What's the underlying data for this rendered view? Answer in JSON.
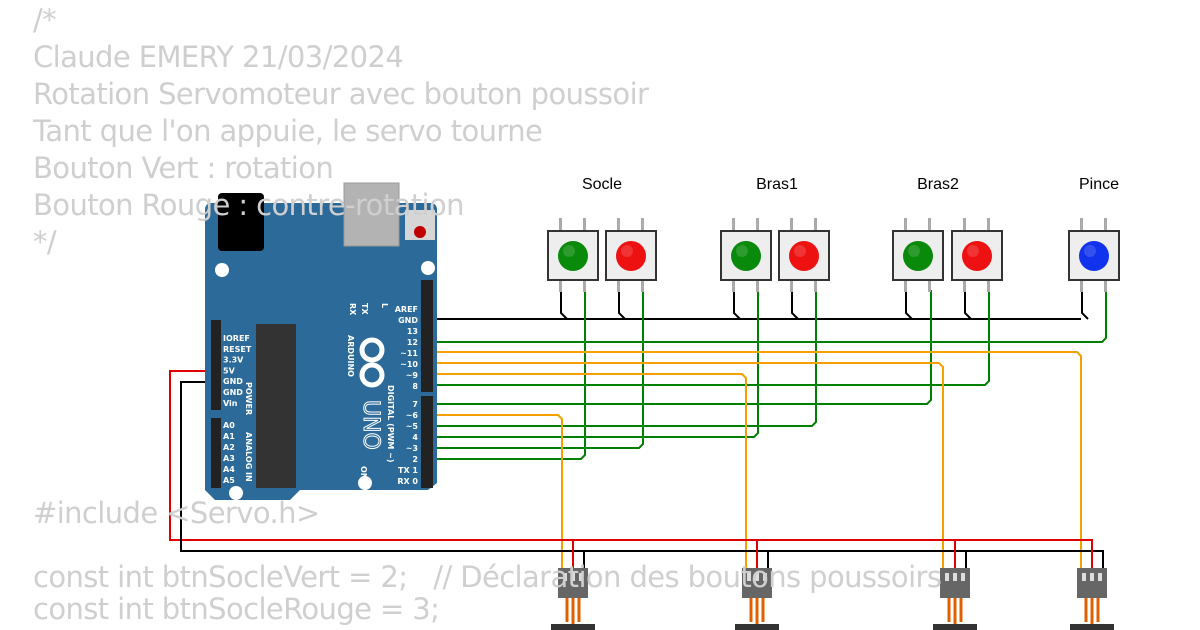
{
  "code_lines": [
    "/*",
    "Claude EMERY 21/03/2024",
    "Rotation Servomoteur avec bouton poussoir",
    "Tant que l'on appuie, le servo tourne",
    "Bouton Vert : rotation",
    "Bouton Rouge : contre-rotation",
    "*/",
    "",
    "#include <Servo.h>",
    "",
    "const int btnSocleVert = 2;   // Déclaration des boutons poussoirs",
    "const int btnSocleRouge = 3;"
  ],
  "button_groups": [
    {
      "label": "Socle"
    },
    {
      "label": "Bras1"
    },
    {
      "label": "Bras2"
    },
    {
      "label": "Pince"
    }
  ],
  "arduino": {
    "brand": "ARDUINO",
    "model": "UNO",
    "power_pins": [
      "IOREF",
      "RESET",
      "3.3V",
      "5V",
      "GND",
      "GND",
      "Vin"
    ],
    "analog_pins": [
      "A0",
      "A1",
      "A2",
      "A3",
      "A4",
      "A5"
    ],
    "digital_pins_top": [
      "AREF",
      "GND",
      "13",
      "12",
      "~11",
      "~10",
      "~9",
      "8"
    ],
    "digital_pins_bottom": [
      "7",
      "~6",
      "~5",
      "4",
      "~3",
      "2",
      "TX 1",
      "RX 0"
    ],
    "led_labels": [
      "RX",
      "TX",
      "L"
    ],
    "power_label": "POWER",
    "analog_label": "ANALOG IN",
    "digital_label": "DIGITAL (PWM ~)",
    "on_label": "ON"
  },
  "colors": {
    "board": "#2b6a99",
    "wire_green": "#008000",
    "wire_orange": "#f5a000",
    "wire_red": "#e00000",
    "wire_black": "#000000"
  }
}
